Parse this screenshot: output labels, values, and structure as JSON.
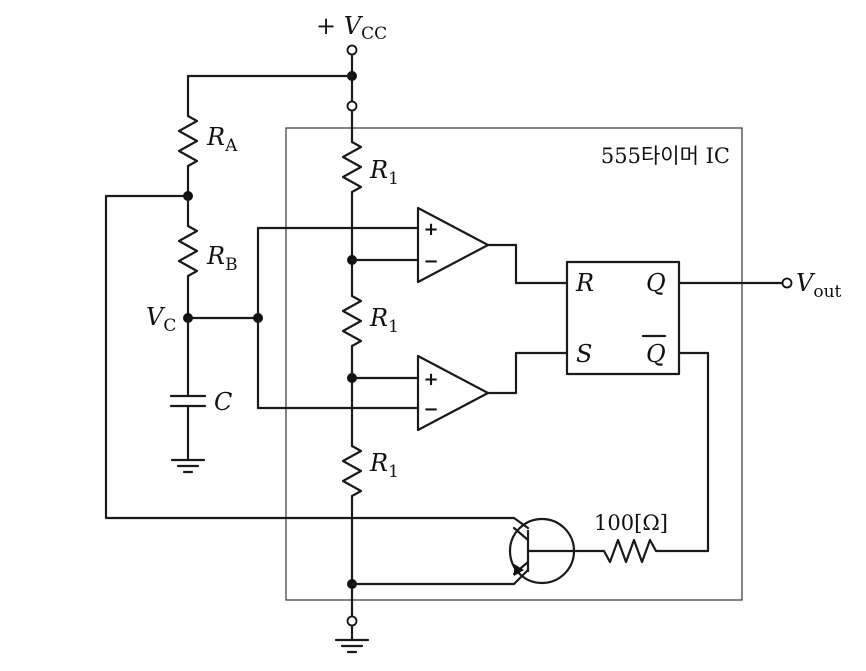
{
  "supply": {
    "prefix": "+",
    "symbol": "V",
    "sub": "CC"
  },
  "ic_label": "555타이머 IC",
  "resistor_a": {
    "symbol": "R",
    "sub": "A"
  },
  "resistor_b": {
    "symbol": "R",
    "sub": "B"
  },
  "resistor_1": {
    "symbol": "R",
    "sub": "1"
  },
  "node_vc": {
    "symbol": "V",
    "sub": "C"
  },
  "capacitor": {
    "symbol": "C"
  },
  "flipflop": {
    "r": "R",
    "s": "S",
    "q": "Q",
    "qbar": "Q"
  },
  "output": {
    "symbol": "V",
    "sub": "out"
  },
  "comparator": {
    "plus": "+",
    "minus": "−"
  },
  "base_resistor": {
    "value": "100",
    "unit": "[Ω]"
  }
}
